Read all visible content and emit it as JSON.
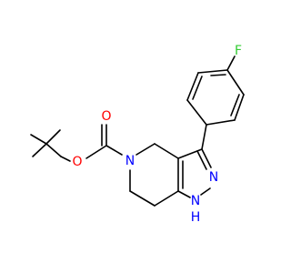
{
  "molecule": {
    "atoms": {
      "F": {
        "symbol": "F",
        "color": "#33cc33"
      },
      "O_carbonyl": {
        "symbol": "O",
        "color": "#ff0000"
      },
      "O_ester": {
        "symbol": "O",
        "color": "#ff0000"
      },
      "N_ring": {
        "symbol": "N",
        "color": "#0000ff"
      },
      "N_pyrazole": {
        "symbol": "N",
        "color": "#0000ff"
      },
      "NH": {
        "symbol": "N",
        "color": "#0000ff"
      },
      "H": {
        "symbol": "H",
        "color": "#0000ff"
      }
    }
  }
}
